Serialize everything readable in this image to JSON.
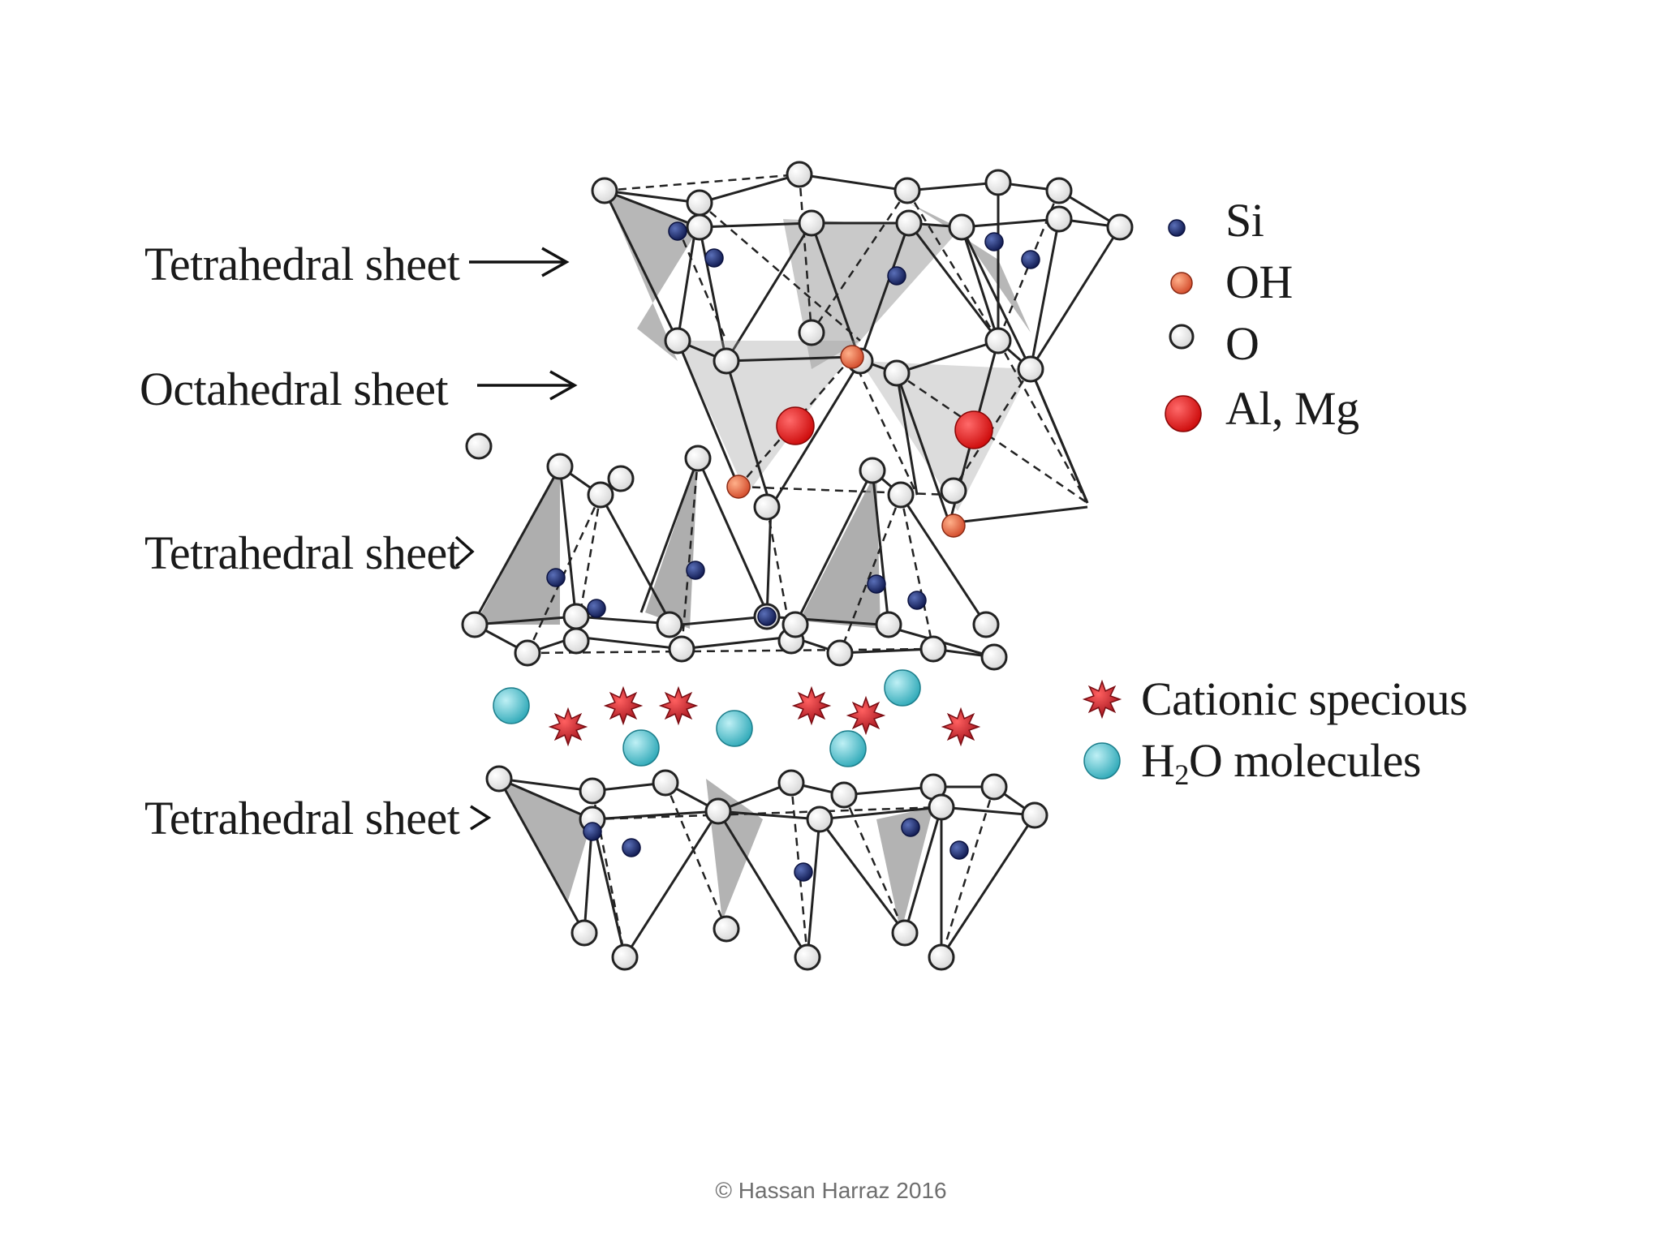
{
  "labels": {
    "tetra_top": "Tetrahedral sheet",
    "octa": "Octahedral sheet",
    "tetra_middle": "Tetrahedral sheet",
    "tetra_bottom": "Tetrahedral sheet"
  },
  "legend": {
    "si": "Si",
    "oh": "OH",
    "o": "O",
    "al_mg": "Al, Mg",
    "cationic": "Cationic specious",
    "h2o_main": "H",
    "h2o_sub": "2",
    "h2o_rest": "O molecules"
  },
  "colors": {
    "si": "#1b2a6b",
    "oh": "#e06040",
    "o": "#f2f2f2",
    "al_mg": "#e81c1c",
    "cation": "#c8202a",
    "h2o": "#56c3d0",
    "shade": "#9a9a9a"
  },
  "copyright": "©  Hassan Harraz  2016"
}
